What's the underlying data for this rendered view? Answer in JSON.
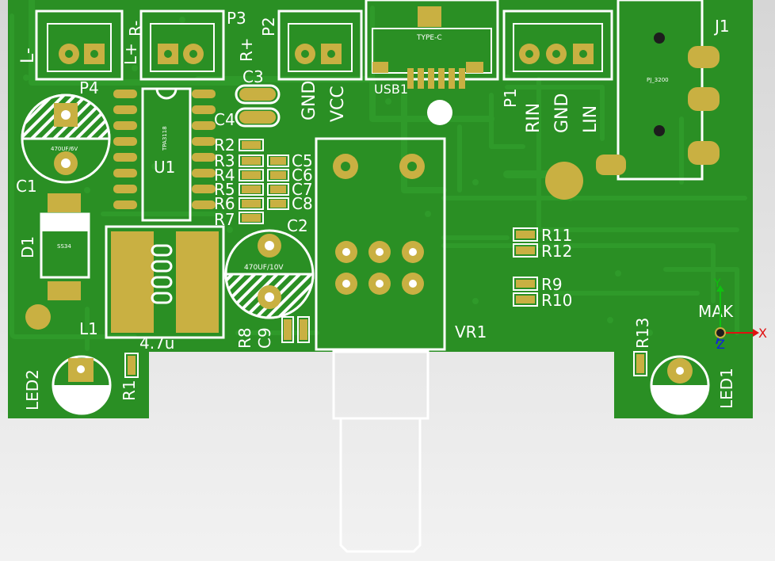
{
  "colors": {
    "background": "#e2e2e2",
    "board": "#2a8f24",
    "trace": "#2f9a2a",
    "pad": "#c9b042",
    "silk": "#ffffff",
    "axis_x": "#e01010",
    "axis_y": "#10c010",
    "axis_z": "#1020e0"
  },
  "designators": {
    "p4": "P4",
    "p3": "P3",
    "p2": "P2",
    "p1": "P1",
    "j1": "J1",
    "c1": "C1",
    "c2": "C2",
    "c3": "C3",
    "c4": "C4",
    "c5": "C5",
    "c6": "C6",
    "c7": "C7",
    "c8": "C8",
    "c9": "C9",
    "d1": "D1",
    "u1": "U1",
    "l1": "L1",
    "vr1": "VR1",
    "usb1": "USB1",
    "r1": "R1",
    "r2": "R2",
    "r3": "R3",
    "r4": "R4",
    "r5": "R5",
    "r6": "R6",
    "r7": "R7",
    "r8": "R8",
    "r9": "R9",
    "r10": "R10",
    "r11": "R11",
    "r12": "R12",
    "r13": "R13",
    "led1": "LED1",
    "led2": "LED2"
  },
  "net_labels": {
    "l_minus": "L-",
    "l_plus": "L+",
    "r_minus": "R-",
    "r_plus": "R+",
    "gnd_p2": "GND",
    "vcc": "VCC",
    "rin": "RIN",
    "gnd_p1": "GND",
    "lin": "LIN"
  },
  "component_marks": {
    "usb_type": "TYPE-C",
    "inductor_value": "4.7u",
    "c1_value": "470UF/6V",
    "c2_value": "470UF/10V",
    "j1_part": "PJ_3200",
    "d1_part": "SS34",
    "u1_part": "TPA3118"
  },
  "axis": {
    "x": "X",
    "y": "Y",
    "z": "Z",
    "origin_label": "MAK"
  }
}
